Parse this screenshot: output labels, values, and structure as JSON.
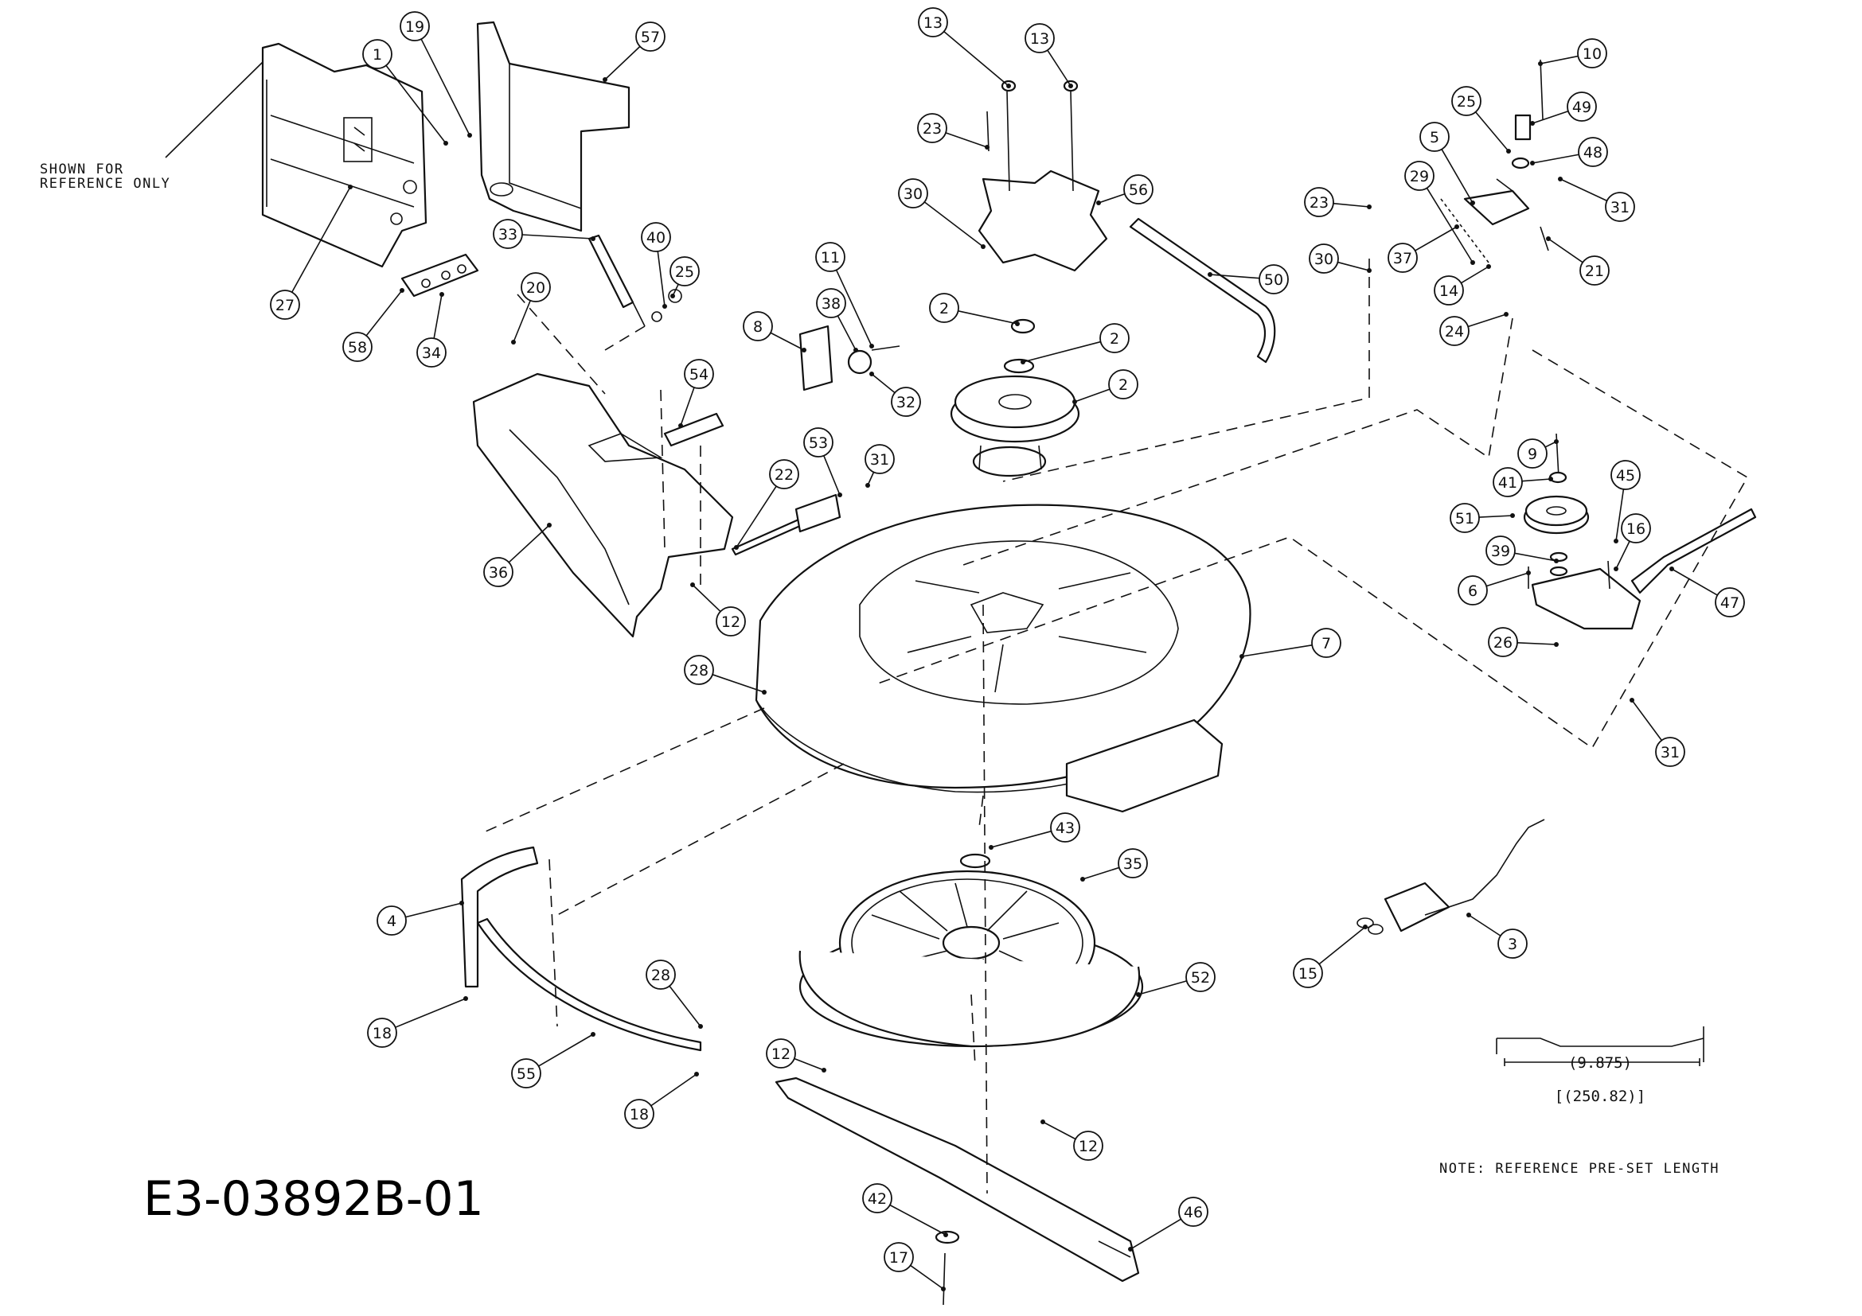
{
  "diagram_code": "E3-03892B-01",
  "reference_note": [
    "SHOWN FOR",
    "REFERENCE ONLY"
  ],
  "preset_note": "NOTE: REFERENCE PRE-SET LENGTH",
  "dimension_inch": "(9.875)",
  "dimension_mm": "[(250.82)]",
  "callouts": [
    "1",
    "2",
    "2",
    "2",
    "3",
    "4",
    "5",
    "6",
    "7",
    "8",
    "9",
    "10",
    "11",
    "12",
    "12",
    "12",
    "13",
    "13",
    "14",
    "15",
    "16",
    "17",
    "18",
    "18",
    "19",
    "20",
    "21",
    "22",
    "23",
    "23",
    "24",
    "25",
    "25",
    "26",
    "27",
    "28",
    "28",
    "29",
    "30",
    "30",
    "31",
    "31",
    "31",
    "32",
    "33",
    "34",
    "35",
    "36",
    "37",
    "38",
    "39",
    "40",
    "41",
    "42",
    "43",
    "45",
    "46",
    "47",
    "48",
    "49",
    "50",
    "51",
    "52",
    "53",
    "54",
    "55",
    "56",
    "57",
    "58"
  ]
}
